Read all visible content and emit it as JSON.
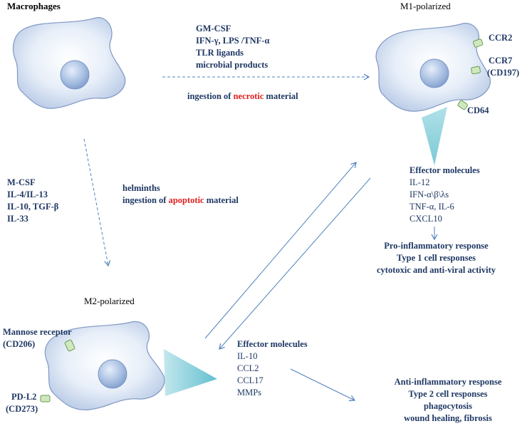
{
  "colors": {
    "text_dark_blue": "#1f3864",
    "highlight_red": "#e02020",
    "cell_fill": "#dce6f2",
    "nucleus_fill": "#9db7dc",
    "arrow_blue": "#4f81bd",
    "receptor_green": "#cfe8c0"
  },
  "macrophages": {
    "title": "Macrophages"
  },
  "m1": {
    "title": "M1-polarized",
    "receptors": {
      "ccr2": "CCR2",
      "ccr7": "CCR7",
      "ccr7_alt": "(CD197)",
      "cd64": "CD64"
    },
    "effector_title": "Effector molecules",
    "effectors": [
      "IL-12",
      "IFN-α\\β\\λs",
      "TNF-α, IL-6",
      "CXCL10"
    ],
    "responses": [
      "Pro-inflammatory  response",
      "Type 1 cell responses",
      "cytotoxic  and  anti-viral  activity"
    ]
  },
  "m1_stimuli": {
    "lines": [
      "GM-CSF",
      "IFN-γ, LPS /TNF-α",
      "TLR ligands",
      "microbial  products"
    ],
    "ingestion_prefix": "ingestion of ",
    "ingestion_highlight": "necrotic",
    "ingestion_suffix": " material"
  },
  "m2_stimuli": {
    "left_lines": [
      "M-CSF",
      "IL-4/IL-13",
      "IL-10, TGF-β",
      "IL-33"
    ],
    "center_line1": "helminths",
    "ingestion_prefix": "ingestion of ",
    "ingestion_highlight": "apoptotic",
    "ingestion_suffix": " material"
  },
  "m2": {
    "title": "M2-polarized",
    "receptors": {
      "mannose": "Mannose receptor",
      "mannose_alt": "(CD206)",
      "pdl2": "PD-L2",
      "pdl2_alt": "(CD273)"
    },
    "effector_title": "Effector molecules",
    "effectors": [
      "IL-10",
      "CCL2",
      "CCL17",
      "MMPs"
    ],
    "responses": [
      "Anti-inflammatory  response",
      "Type 2 cell responses",
      "phagocytosis",
      "wound  healing, fibrosis"
    ]
  }
}
